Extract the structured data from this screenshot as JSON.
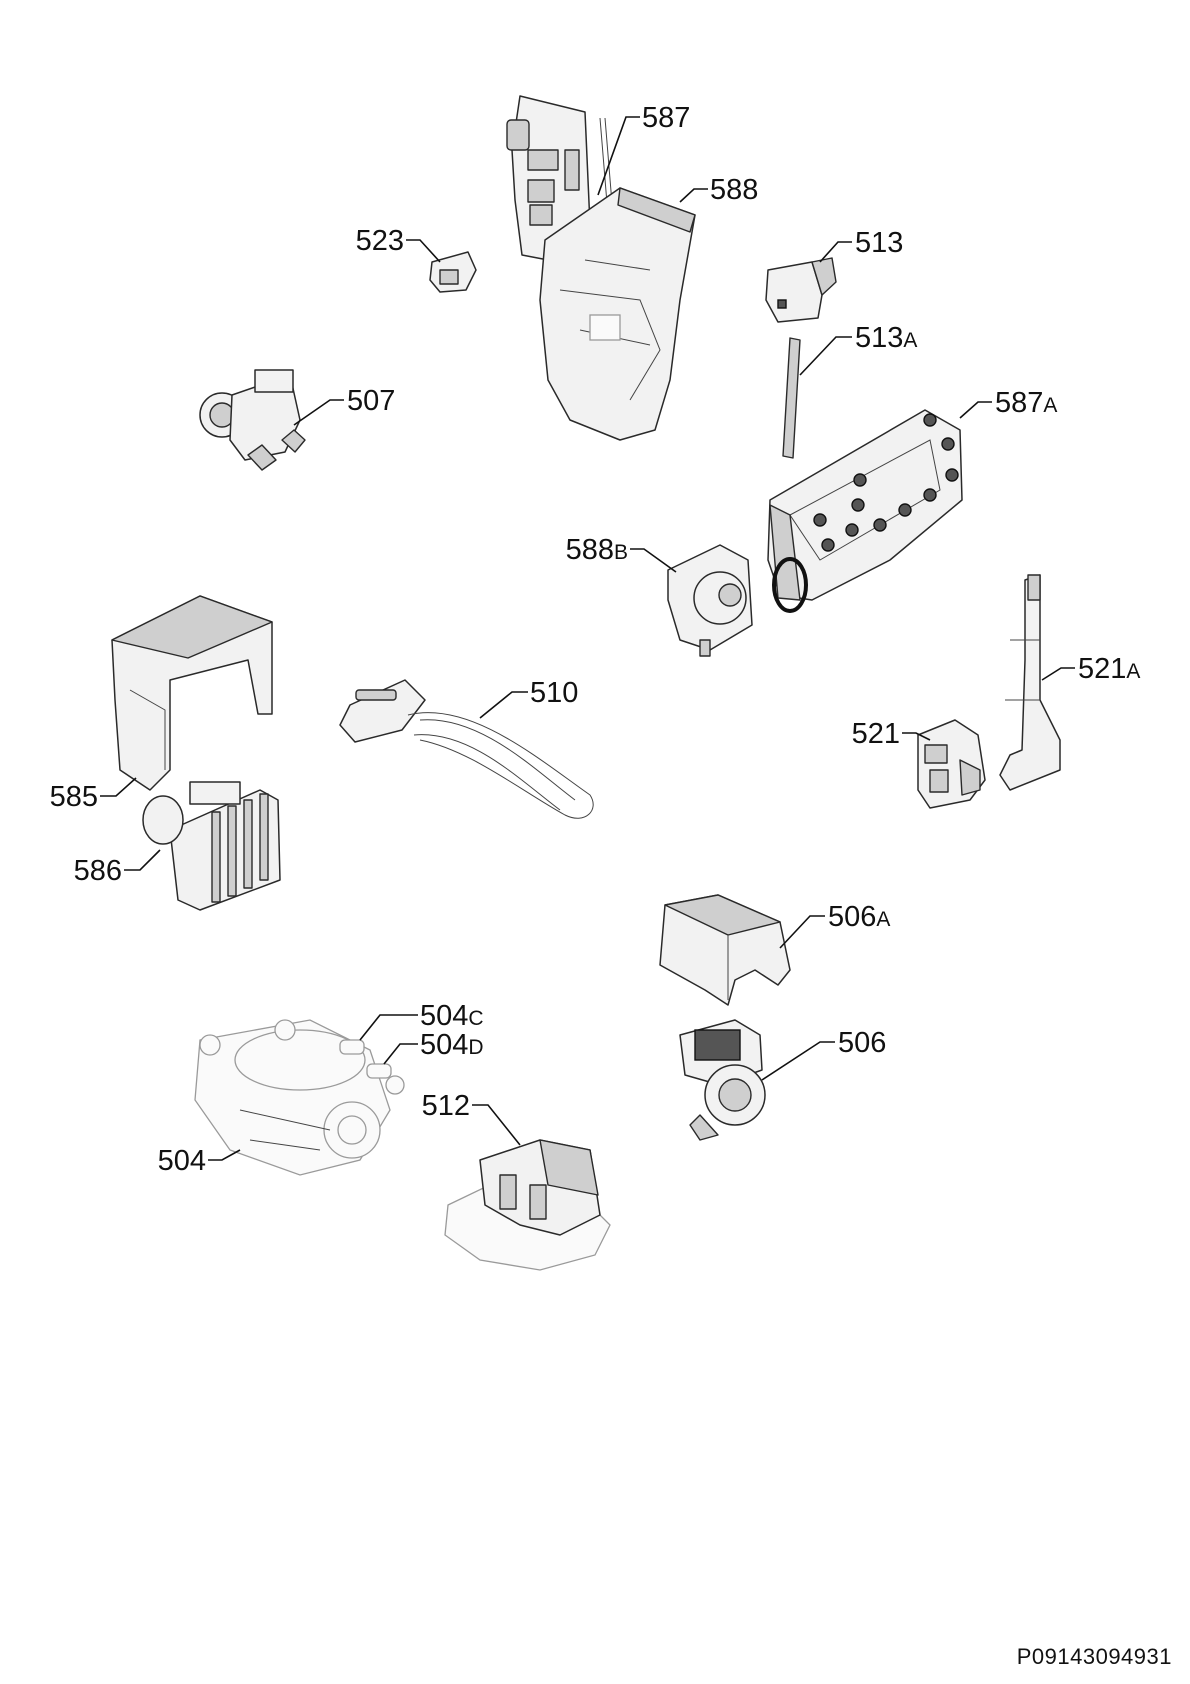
{
  "diagram": {
    "document_id": "P09143094931",
    "callouts": [
      {
        "id": "587",
        "base": "587",
        "suffix": ""
      },
      {
        "id": "588",
        "base": "588",
        "suffix": ""
      },
      {
        "id": "523",
        "base": "523",
        "suffix": ""
      },
      {
        "id": "513",
        "base": "513",
        "suffix": ""
      },
      {
        "id": "513A",
        "base": "513",
        "suffix": "A"
      },
      {
        "id": "507",
        "base": "507",
        "suffix": ""
      },
      {
        "id": "587A",
        "base": "587",
        "suffix": "A"
      },
      {
        "id": "588B",
        "base": "588",
        "suffix": "B"
      },
      {
        "id": "510",
        "base": "510",
        "suffix": ""
      },
      {
        "id": "521A",
        "base": "521",
        "suffix": "A"
      },
      {
        "id": "521",
        "base": "521",
        "suffix": ""
      },
      {
        "id": "585",
        "base": "585",
        "suffix": ""
      },
      {
        "id": "586",
        "base": "586",
        "suffix": ""
      },
      {
        "id": "506A",
        "base": "506",
        "suffix": "A"
      },
      {
        "id": "504C",
        "base": "504",
        "suffix": "C"
      },
      {
        "id": "504D",
        "base": "504",
        "suffix": "D"
      },
      {
        "id": "506",
        "base": "506",
        "suffix": ""
      },
      {
        "id": "512",
        "base": "512",
        "suffix": ""
      },
      {
        "id": "504",
        "base": "504",
        "suffix": ""
      }
    ]
  }
}
